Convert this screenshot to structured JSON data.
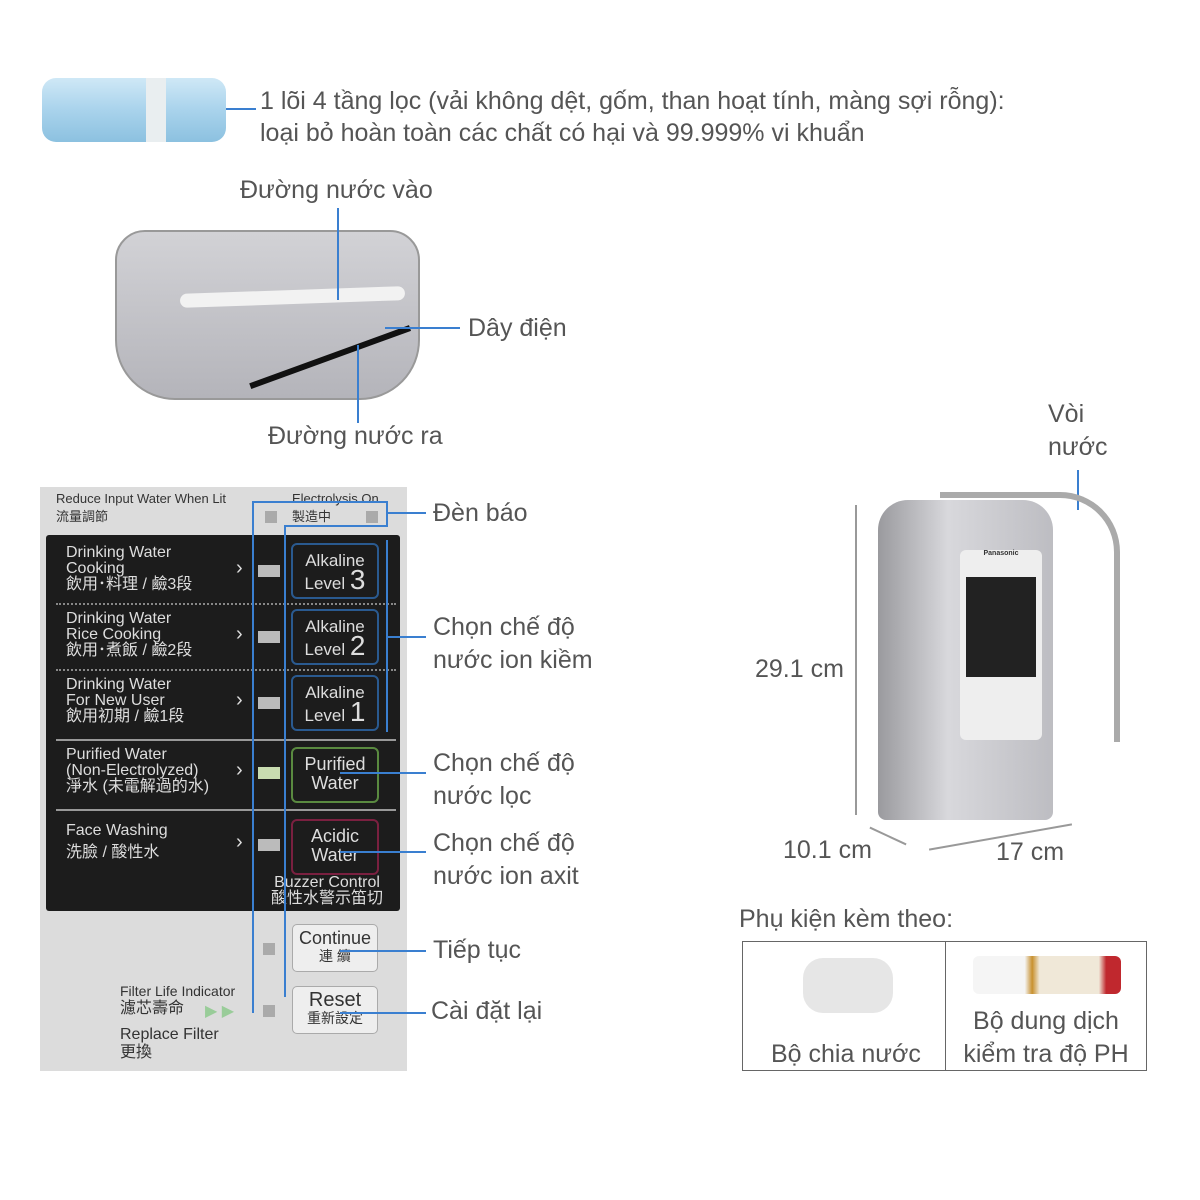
{
  "filter": {
    "line1": "1 lõi 4 tầng lọc (vải không dệt, gốm, than hoạt tính, màng sợi rỗng):",
    "line2": "loại bỏ hoàn toàn các chất có hại và 99.999% vi khuẩn"
  },
  "bottom": {
    "water_in": "Đường nước vào",
    "power_cord": "Dây điện",
    "water_out": "Đường nước ra"
  },
  "panel": {
    "reduce": "Reduce Input Water When Lit",
    "reduce_cn": "流量調節",
    "electrolysis": "Electrolysis On",
    "electrolysis_cn": "製造中",
    "rows": [
      {
        "l1": "Drinking Water",
        "l2": "Cooking",
        "l3": "飲用･料理 / 鹼3段",
        "btn1": "Alkaline",
        "btn2": "Level",
        "num": "3"
      },
      {
        "l1": "Drinking Water",
        "l2": "Rice Cooking",
        "l3": "飲用･煮飯 / 鹼2段",
        "btn1": "Alkaline",
        "btn2": "Level",
        "num": "2"
      },
      {
        "l1": "Drinking Water",
        "l2": "For New User",
        "l3": "飲用初期 / 鹼1段",
        "btn1": "Alkaline",
        "btn2": "Level",
        "num": "1"
      }
    ],
    "purified": {
      "l1": "Purified Water",
      "l2": "(Non-Electrolyzed)",
      "l3": "淨水 (未電解過的水)",
      "btn1": "Purified",
      "btn2": "Water"
    },
    "acidic": {
      "l1": "Face Washing",
      "l2": "洗臉 / 酸性水",
      "btn1": "Acidic",
      "btn2": "Water"
    },
    "buzzer": "Buzzer Control",
    "buzzer_cn": "酸性水警示笛切",
    "continue": "Continue",
    "continue_cn": "連 續",
    "filter_life": "Filter Life Indicator",
    "filter_life_cn": "濾芯壽命",
    "replace": "Replace Filter",
    "replace_cn": "更換",
    "reset": "Reset",
    "reset_cn": "重新設定"
  },
  "callouts": {
    "indicator": "Đèn báo",
    "alk1": "Chọn chế độ",
    "alk2": "nước ion kiềm",
    "pur1": "Chọn chế độ",
    "pur2": "nước lọc",
    "acid1": "Chọn chế độ",
    "acid2": "nước ion axit",
    "continue": "Tiếp tục",
    "reset": "Cài đặt lại"
  },
  "device": {
    "faucet1": "Vòi",
    "faucet2": "nước",
    "height": "29.1 cm",
    "depth": "10.1 cm",
    "width": "17 cm",
    "brand": "Panasonic"
  },
  "accessories": {
    "title": "Phụ kiện kèm theo:",
    "item1": "Bộ chia nước",
    "item2a": "Bộ dung dịch",
    "item2b": "kiểm tra độ PH"
  }
}
